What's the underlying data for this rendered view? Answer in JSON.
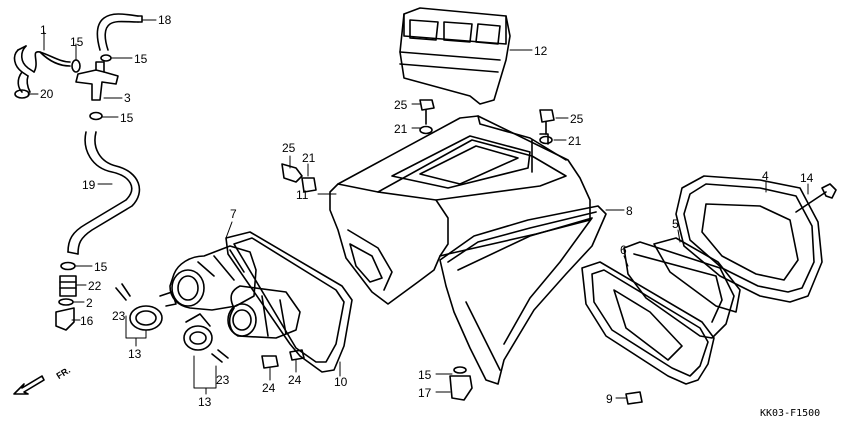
{
  "diagram": {
    "code": "KK03-F1500",
    "direction_label": "FR.",
    "callouts": [
      {
        "id": "c1",
        "text": "1"
      },
      {
        "id": "c15a",
        "text": "15"
      },
      {
        "id": "c18",
        "text": "18"
      },
      {
        "id": "c15b",
        "text": "15"
      },
      {
        "id": "c20",
        "text": "20"
      },
      {
        "id": "c3",
        "text": "3"
      },
      {
        "id": "c15c",
        "text": "15"
      },
      {
        "id": "c19",
        "text": "19"
      },
      {
        "id": "c15d",
        "text": "15"
      },
      {
        "id": "c22",
        "text": "22"
      },
      {
        "id": "c2",
        "text": "2"
      },
      {
        "id": "c16",
        "text": "16"
      },
      {
        "id": "c23a",
        "text": "23"
      },
      {
        "id": "c13a",
        "text": "13"
      },
      {
        "id": "c7",
        "text": "7"
      },
      {
        "id": "c23b",
        "text": "23"
      },
      {
        "id": "c13b",
        "text": "13"
      },
      {
        "id": "c24a",
        "text": "24"
      },
      {
        "id": "c24b",
        "text": "24"
      },
      {
        "id": "c10",
        "text": "10"
      },
      {
        "id": "c12",
        "text": "12"
      },
      {
        "id": "c25a",
        "text": "25"
      },
      {
        "id": "c21a",
        "text": "21"
      },
      {
        "id": "c25b",
        "text": "25"
      },
      {
        "id": "c21b",
        "text": "21"
      },
      {
        "id": "c11",
        "text": "11"
      },
      {
        "id": "c25c",
        "text": "25"
      },
      {
        "id": "c21c",
        "text": "21"
      },
      {
        "id": "c8",
        "text": "8"
      },
      {
        "id": "c15e",
        "text": "15"
      },
      {
        "id": "c17",
        "text": "17"
      },
      {
        "id": "c4",
        "text": "4"
      },
      {
        "id": "c14",
        "text": "14"
      },
      {
        "id": "c5",
        "text": "5"
      },
      {
        "id": "c6",
        "text": "6"
      },
      {
        "id": "c9",
        "text": "9"
      }
    ]
  }
}
